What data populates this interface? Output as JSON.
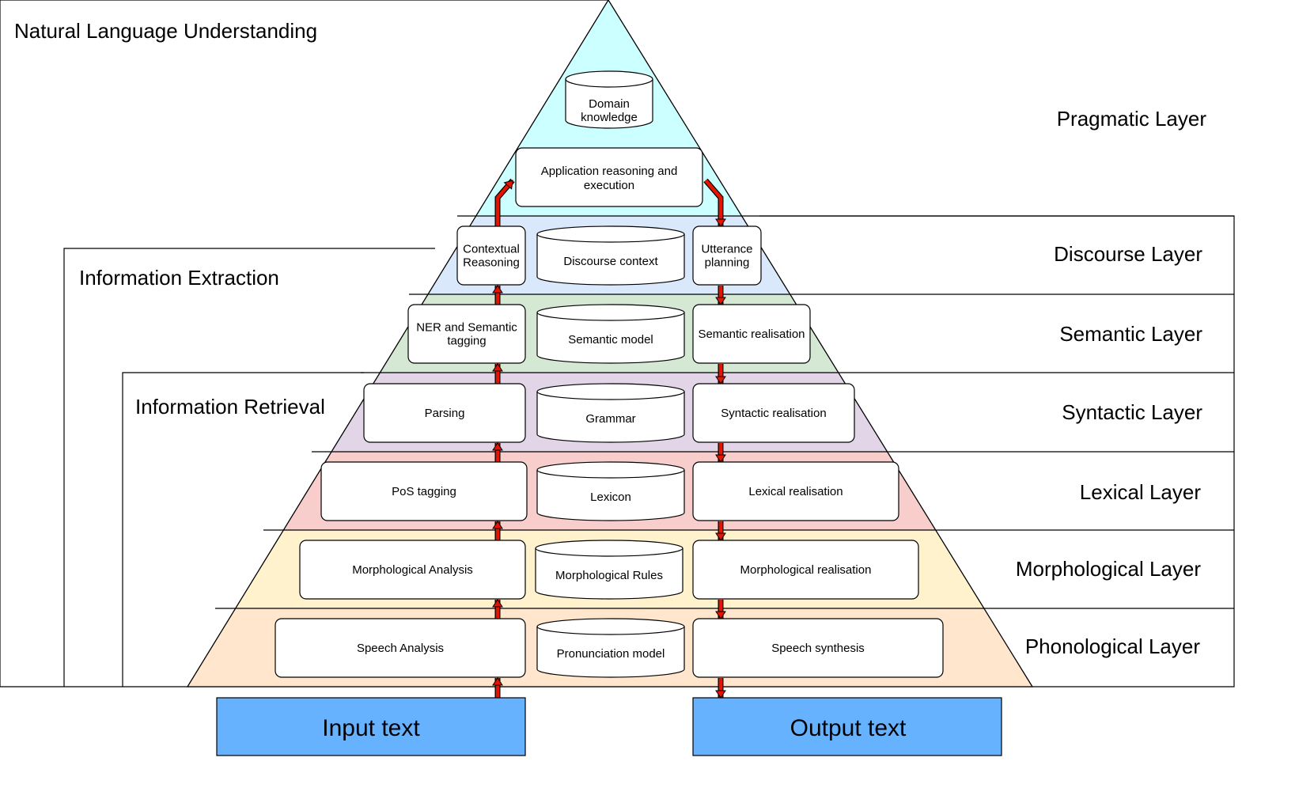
{
  "scopes": {
    "nlu": "Natural Language Understanding",
    "ie": "Information Extraction",
    "ir": "Information Retrieval"
  },
  "layers": [
    {
      "name": "Pragmatic Layer",
      "color": "#ccffff"
    },
    {
      "name": "Discourse Layer",
      "color": "#dae8fc"
    },
    {
      "name": "Semantic Layer",
      "color": "#d5e8d4"
    },
    {
      "name": "Syntactic Layer",
      "color": "#e1d5e7"
    },
    {
      "name": "Lexical Layer",
      "color": "#f8cecc"
    },
    {
      "name": "Morphological Layer",
      "color": "#fff2cc"
    },
    {
      "name": "Phonological Layer",
      "color": "#ffe6cc"
    }
  ],
  "pragmatic": {
    "store": [
      "Domain",
      "knowledge"
    ],
    "process": [
      "Application reasoning and",
      "execution"
    ]
  },
  "rows": [
    {
      "left": [
        "Contextual",
        "Reasoning"
      ],
      "store": "Discourse context",
      "right": [
        "Utterance",
        "planning"
      ]
    },
    {
      "left": [
        "NER and Semantic",
        "tagging"
      ],
      "store": "Semantic model",
      "right": [
        "Semantic realisation"
      ]
    },
    {
      "left": [
        "Parsing"
      ],
      "store": "Grammar",
      "right": [
        "Syntactic realisation"
      ]
    },
    {
      "left": [
        "PoS tagging"
      ],
      "store": "Lexicon",
      "right": [
        "Lexical realisation"
      ]
    },
    {
      "left": [
        "Morphological Analysis"
      ],
      "store": "Morphological Rules",
      "right": [
        "Morphological realisation"
      ]
    },
    {
      "left": [
        "Speech Analysis"
      ],
      "store": "Pronunciation model",
      "right": [
        "Speech synthesis"
      ]
    }
  ],
  "io": {
    "input": "Input text",
    "output": "Output text",
    "box_color": "#66b2ff"
  },
  "arrow_color": "#e51400"
}
